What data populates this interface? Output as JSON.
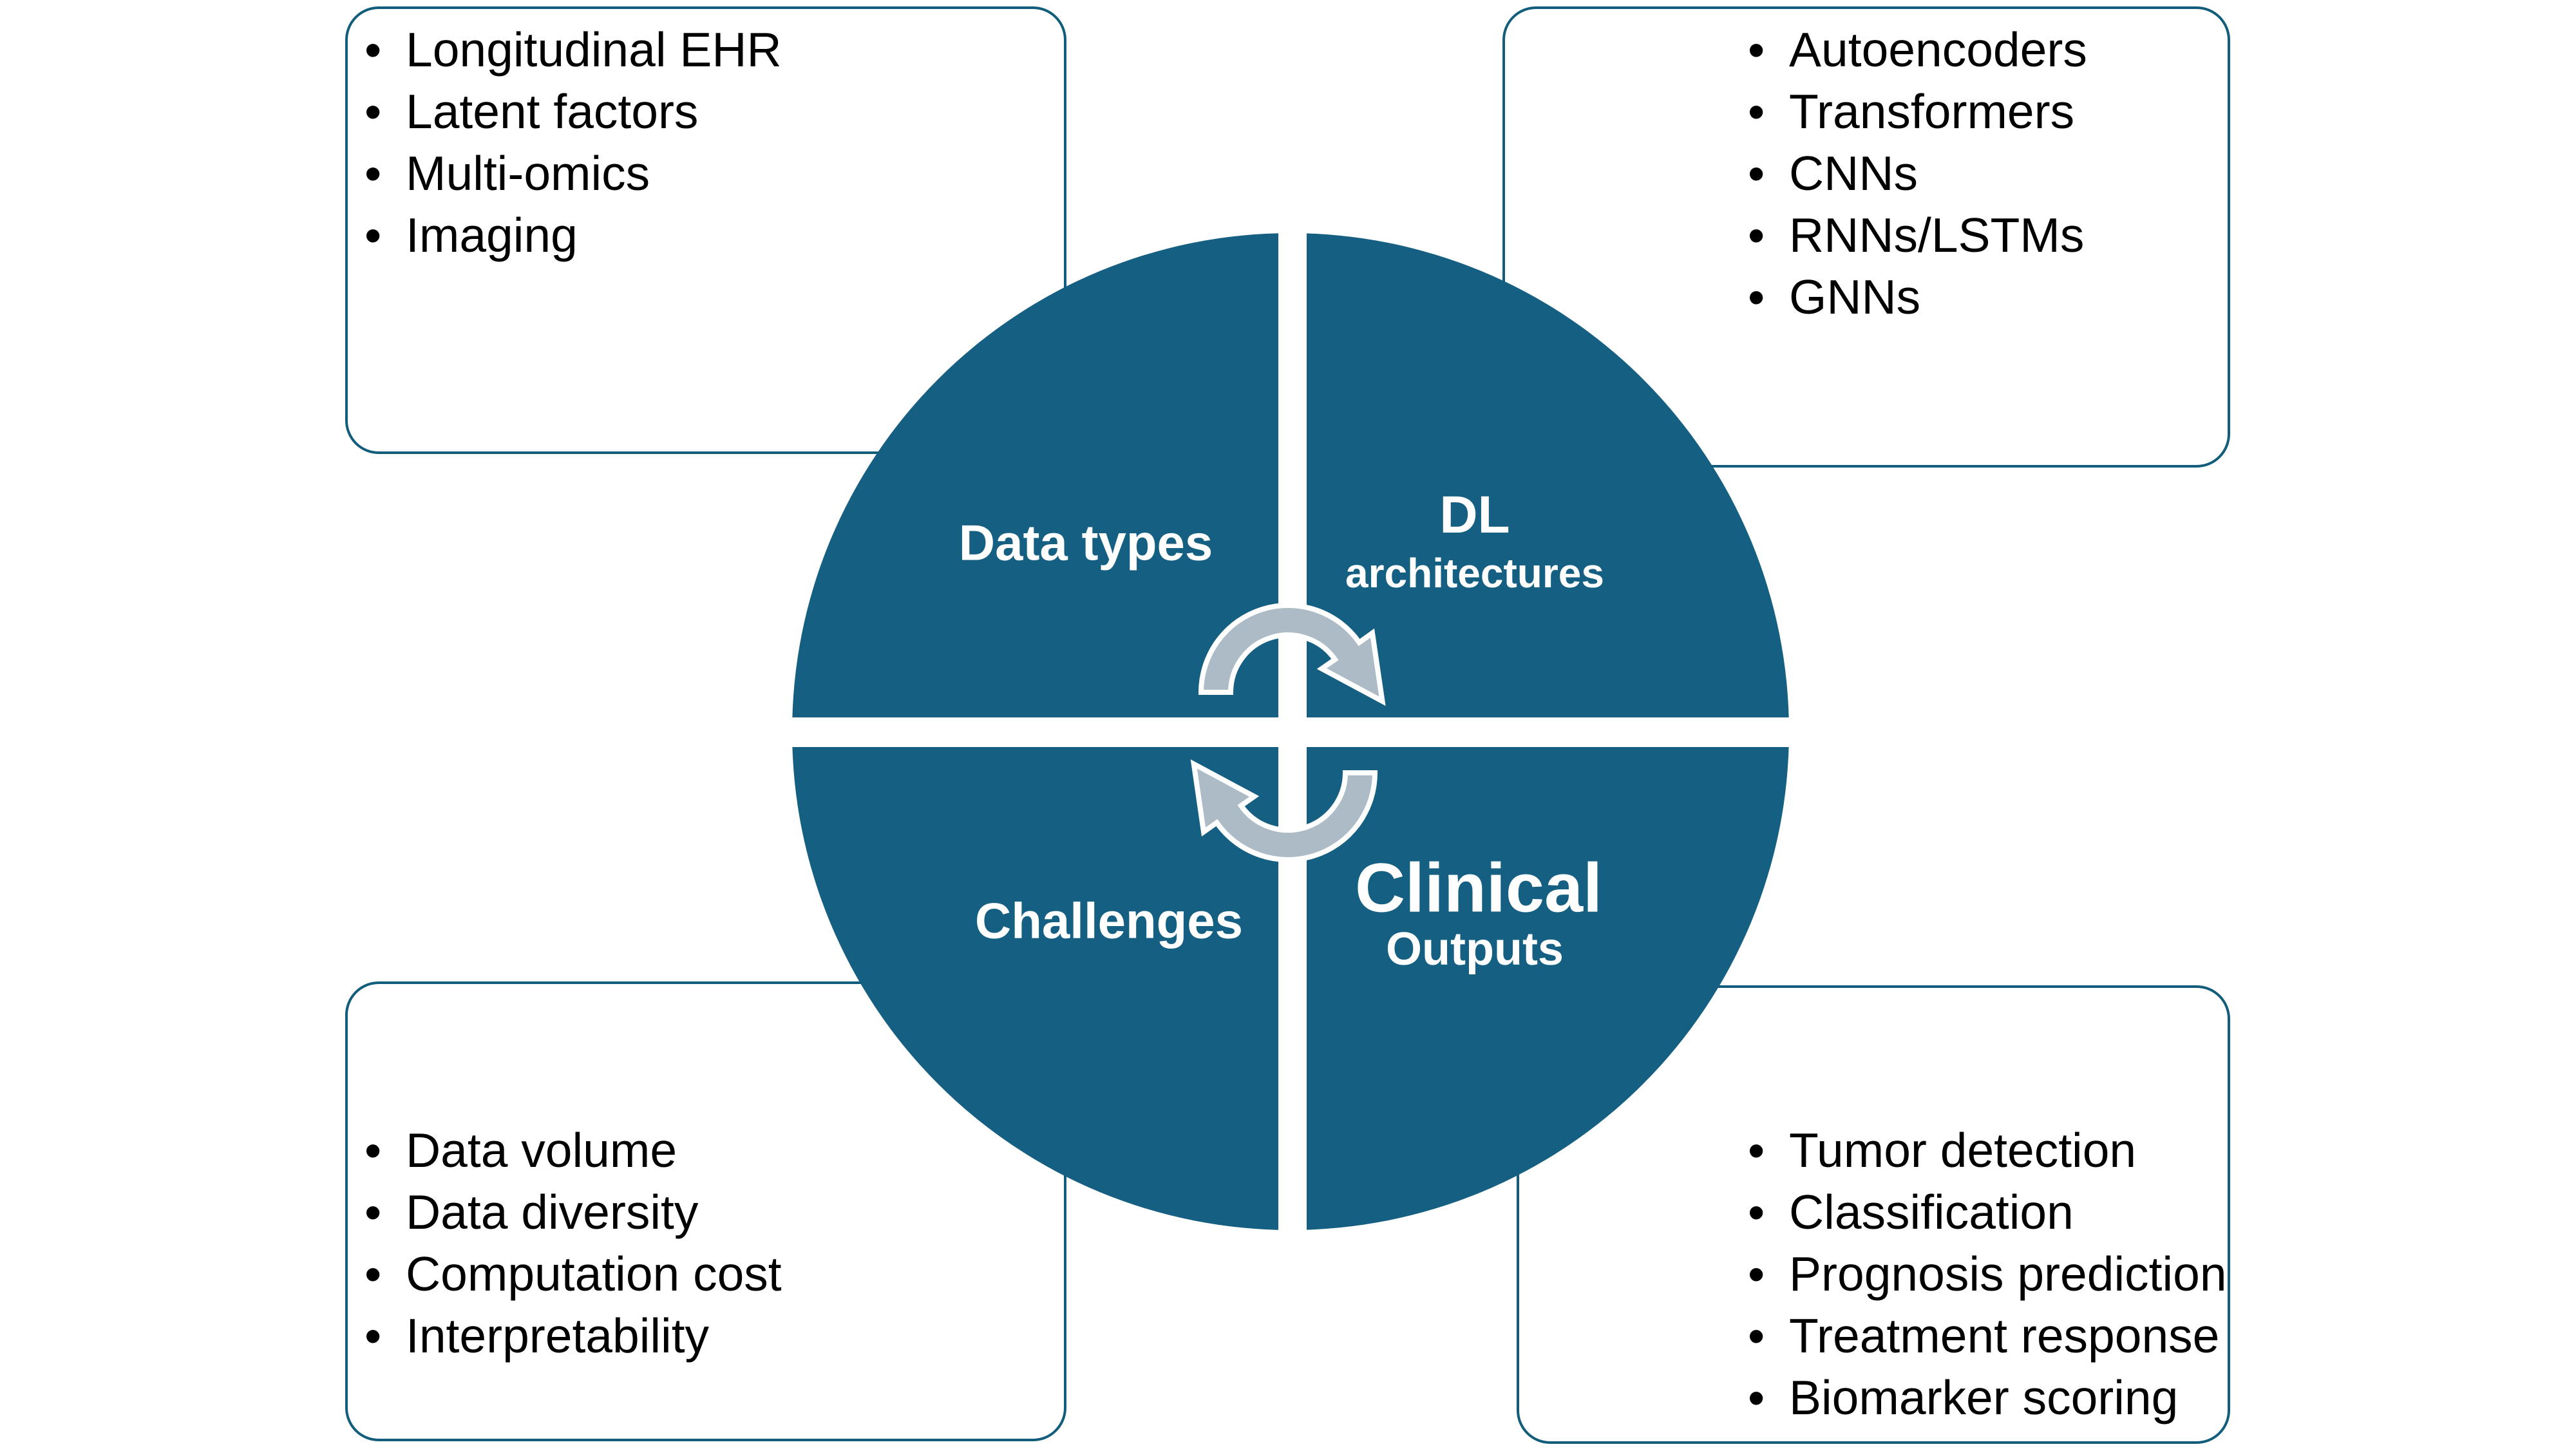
{
  "diagram": {
    "background": "#FFFFFF",
    "circle_color": "#156082",
    "box_border_color": "#125C7C",
    "arrow_fill": "#ACBBC5",
    "arrow_outline": "#FFFFFF",
    "label_color": "#FFFFFF",
    "list_text_color": "#000000",
    "bullet": "•",
    "quadrants": {
      "top_left": {
        "label": "Data types"
      },
      "top_right": {
        "line1": "DL",
        "line2": "architectures"
      },
      "bottom_left": {
        "label": "Challenges"
      },
      "bottom_right": {
        "line1": "Clinical",
        "line2": "Outputs"
      }
    },
    "lists": {
      "data_types": {
        "items": [
          "Longitudinal EHR",
          "Latent factors",
          "Multi-omics",
          "Imaging"
        ]
      },
      "dl_architectures": {
        "items": [
          "Autoencoders",
          "Transformers",
          "CNNs",
          "RNNs/LSTMs",
          "GNNs"
        ]
      },
      "challenges": {
        "items": [
          "Data volume",
          "Data diversity",
          "Computation cost",
          "Interpretability"
        ]
      },
      "clinical_outputs": {
        "items": [
          "Tumor detection",
          "Classification",
          "Prognosis prediction",
          "Treatment response",
          "Biomarker scoring"
        ]
      }
    }
  }
}
